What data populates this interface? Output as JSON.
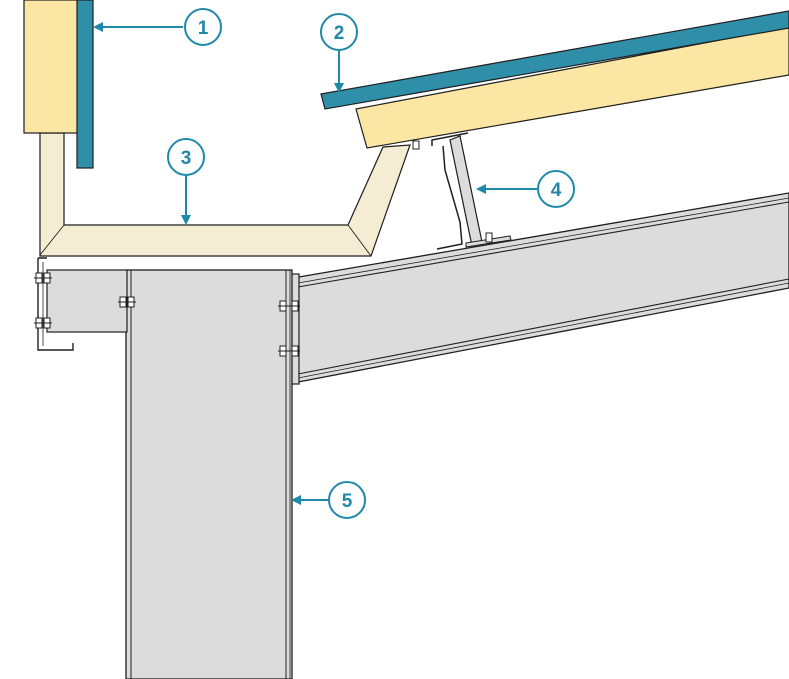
{
  "colors": {
    "insulation": "#FBE6A3",
    "cladding": "#2F8FA8",
    "gutter": "#F5EDD3",
    "steel": "#DCDCDC",
    "outline": "#1f1f1f",
    "callout": "#1F89A8",
    "background": "#FFFFFF"
  },
  "callouts": [
    {
      "number": "1",
      "target": "wall-cladding-sheet"
    },
    {
      "number": "2",
      "target": "roof-cladding-sheet"
    },
    {
      "number": "3",
      "target": "valley-gutter"
    },
    {
      "number": "4",
      "target": "gutter-support-bracket"
    },
    {
      "number": "5",
      "target": "steel-column"
    }
  ]
}
